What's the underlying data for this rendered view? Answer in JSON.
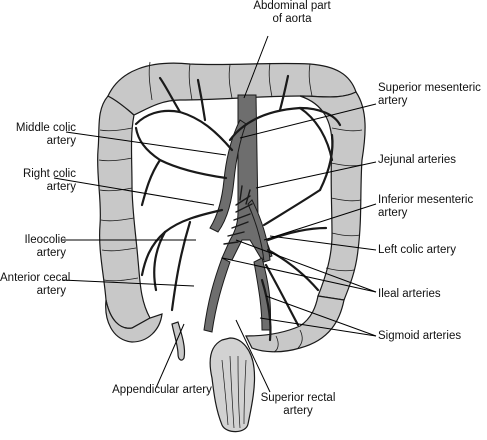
{
  "labels": {
    "abdominal_aorta": [
      "Abdominal part",
      "of aorta"
    ],
    "superior_mesenteric": [
      "Superior mesenteric",
      "artery"
    ],
    "middle_colic": [
      "Middle colic",
      "artery"
    ],
    "jejunal": [
      "Jejunal arteries"
    ],
    "right_colic": [
      "Right colic",
      "artery"
    ],
    "inferior_mesenteric": [
      "Inferior mesenteric",
      "artery"
    ],
    "ileocolic": [
      "Ileocolic",
      "artery"
    ],
    "left_colic": [
      "Left colic artery"
    ],
    "anterior_cecal": [
      "Anterior cecal",
      "artery"
    ],
    "ileal": [
      "Ileal arteries"
    ],
    "sigmoid": [
      "Sigmoid arteries"
    ],
    "appendicular": [
      "Appendicular artery"
    ],
    "superior_rectal": [
      "Superior rectal",
      "artery"
    ]
  },
  "colors": {
    "colon_fill": "#c8c8c8",
    "artery_fill": "#6e6e6e",
    "artery_stroke": "#1a1a1a",
    "leader": "#000000",
    "rectum_fill": "#d2d2d2"
  }
}
